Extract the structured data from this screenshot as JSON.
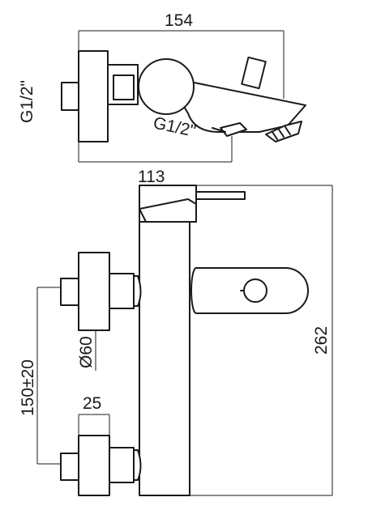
{
  "dimensions": {
    "top_width": "154",
    "thread_left": "G1/2\"",
    "thread_spout": "G1/2\"",
    "top_depth": "113",
    "total_height": "262",
    "inlet_spacing": "150±20",
    "body_diameter": "Ø60",
    "connector_width": "25"
  }
}
